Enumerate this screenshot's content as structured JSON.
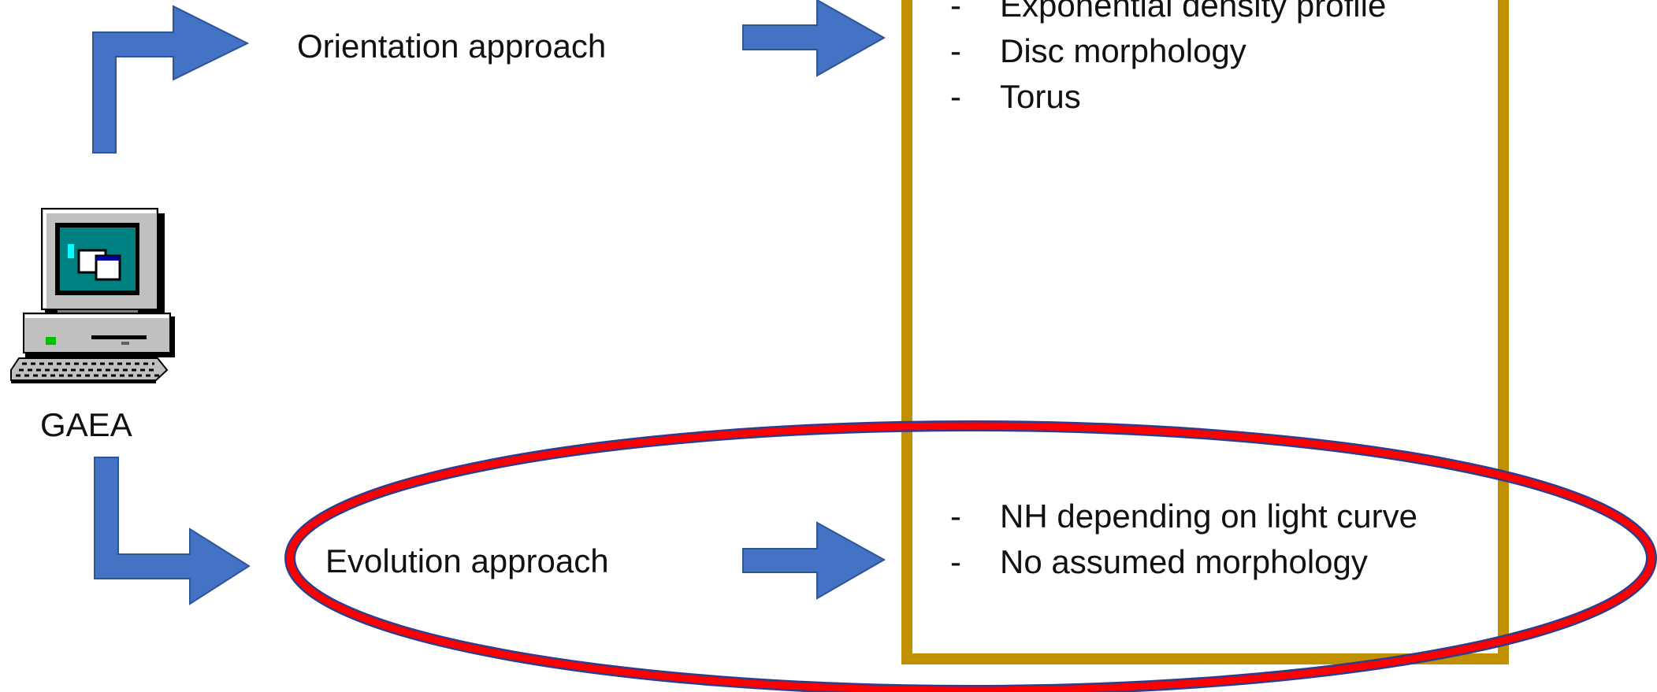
{
  "diagram": {
    "computer_label": "GAEA",
    "top_approach": "Orientation approach",
    "bottom_approach": "Evolution approach",
    "top_bullets": [
      "Exponential density profile",
      "Disc morphology",
      "Torus"
    ],
    "bottom_bullets": [
      "NH depending on light curve",
      "No assumed morphology"
    ],
    "bullet_marker": "-",
    "colors": {
      "arrow": "#4472C4",
      "arrow_outline": "#2F5597",
      "box": "#BF9000",
      "ellipse_fill": "#FF0000",
      "ellipse_outline": "#2F3C8C"
    },
    "icons": {
      "computer": "desktop-computer-icon"
    }
  }
}
